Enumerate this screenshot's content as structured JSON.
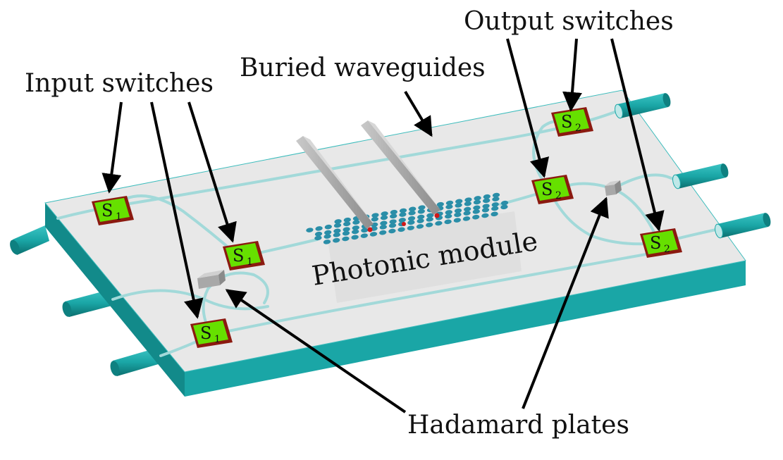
{
  "labels": {
    "input_switches": "Input switches",
    "buried_waveguides": "Buried waveguides",
    "output_switches": "Output switches",
    "photonic_module": "Photonic module",
    "hadamard_plates": "Hadamard plates"
  },
  "switches": {
    "s1_letter": "S",
    "s1_sub": "1",
    "s2_letter": "S",
    "s2_sub": "2"
  },
  "colors": {
    "slab_top": "#e6e6e6",
    "slab_side": "#1aa6a6",
    "slab_front": "#128a8a",
    "waveguide": "#9fd8d8",
    "fiber": "#1aa6a6",
    "switch_face": "#66e000",
    "switch_frame": "#8b1a10",
    "hole": "#2a8ea8",
    "arrow": "#000000"
  }
}
